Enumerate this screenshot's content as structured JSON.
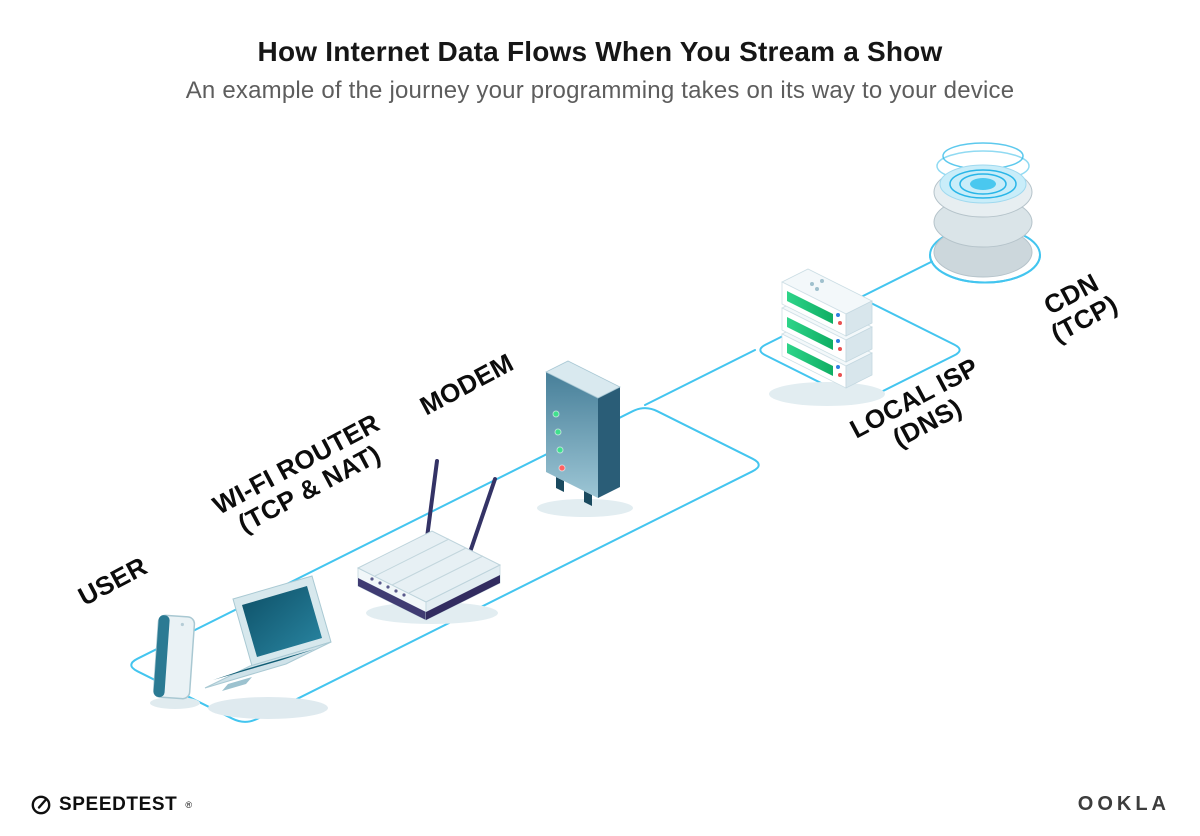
{
  "header": {
    "title": "How Internet Data Flows When You Stream a Show",
    "subtitle": "An example of the journey your programming takes on its way to your device"
  },
  "diagram": {
    "nodes": [
      {
        "id": "user",
        "label": "USER",
        "sublabel": ""
      },
      {
        "id": "wifi-router",
        "label": "WI-FI ROUTER",
        "sublabel": "(TCP & NAT)"
      },
      {
        "id": "modem",
        "label": "MODEM",
        "sublabel": ""
      },
      {
        "id": "local-isp",
        "label": "LOCAL ISP",
        "sublabel": "(DNS)"
      },
      {
        "id": "cdn",
        "label": "CDN",
        "sublabel": "(TCP)"
      }
    ],
    "flow_order": [
      "user",
      "wifi-router",
      "modem",
      "local-isp",
      "cdn"
    ],
    "colors": {
      "connector_blue": "#43c5ef",
      "device_teal": "#135f77",
      "router_navy": "#343366",
      "server_green": "#2ed489",
      "led_green": "#3fe08d",
      "led_red": "#ff6262",
      "cdn_cyan": "#29b6e8"
    }
  },
  "footer": {
    "speedtest_label": "SPEEDTEST",
    "speedtest_mark": "®",
    "ookla_label": "OOKLA"
  }
}
